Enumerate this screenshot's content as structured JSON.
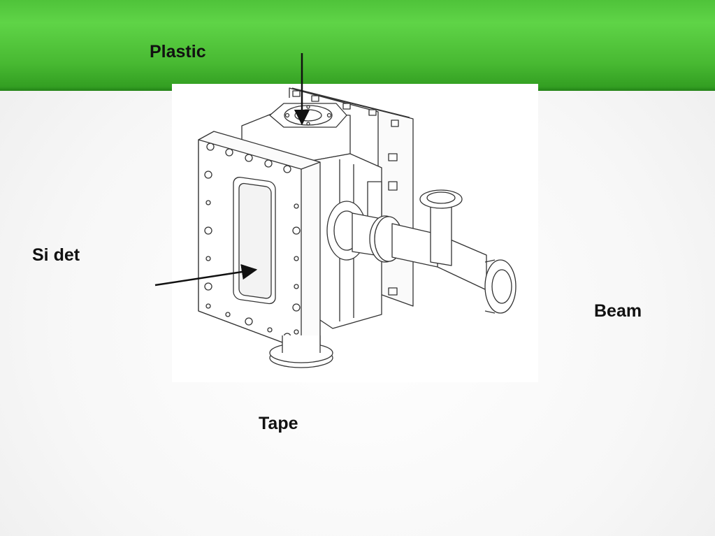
{
  "labels": {
    "plastic": "Plastic",
    "si_det": "Si det",
    "beam": "Beam",
    "tape": "Tape"
  },
  "colors": {
    "banner": "#4fc33a",
    "line": "#222222"
  }
}
